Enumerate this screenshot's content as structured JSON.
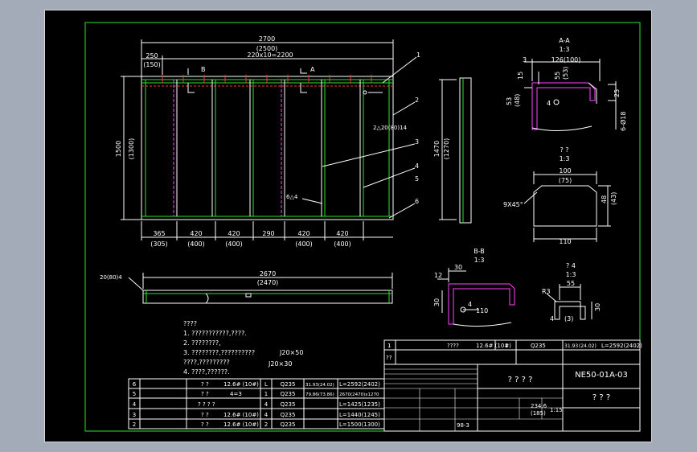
{
  "drawing": {
    "main_view": {
      "dim_total": "2700",
      "dim_total_alt": "(2500)",
      "dim_edge": "250",
      "dim_edge_alt": "(150)",
      "dim_pitch": "220x10=2200",
      "dim_height": "1500",
      "dim_height_alt": "(1300)",
      "bottom_dims": [
        "365",
        "420",
        "420",
        "290",
        "420",
        "420"
      ],
      "bottom_dims_alt": [
        "(305)",
        "(400)",
        "(400)",
        "",
        "(400)",
        "(400)"
      ],
      "section_b": "B",
      "section_a": "A",
      "balloons": [
        "1",
        "2",
        "3",
        "4",
        "5",
        "6"
      ],
      "weld_note": "2△20(80)14",
      "weld_note_6": "6△4"
    },
    "side_view": {
      "dim_height": "1470",
      "dim_height_alt": "(1270)"
    },
    "bottom_view": {
      "dim_length": "2670",
      "dim_length_alt": "(2470)",
      "weld_note": "20(80)4"
    },
    "detail_aa": {
      "title": "A-A",
      "scale": "1:3",
      "d1": "3",
      "d2": "126(100)",
      "d3": "15",
      "d4": "55",
      "d5": "(53)",
      "d6": "53",
      "d7": "(48)",
      "d8": "25",
      "d9": "6-Ø18",
      "d10": "4"
    },
    "detail_q": {
      "title": "? ?",
      "scale": "1:3",
      "d1": "100",
      "d2": "(75)",
      "d3": "48",
      "d4": "(43)",
      "d5": "9X45°",
      "d6": "110"
    },
    "detail_bb": {
      "title": "B-B",
      "scale": "1:3",
      "d1": "30",
      "d2": "12",
      "d3": "30",
      "d4": "4",
      "d5": "110"
    },
    "detail_q4": {
      "title": "? 4",
      "scale": "1:3",
      "d1": "55",
      "d2": "R3",
      "d3": "30",
      "d4": "4",
      "d5": "(3)"
    },
    "notes": {
      "heading": "????",
      "lines": [
        "1. ???????????,????.",
        "2. ????????,",
        "3. ????????,??????????",
        "   ????,?????????",
        "4. ????,??????."
      ],
      "tag1": "J20×50",
      "tag2": "J20×30"
    },
    "bom_top": {
      "no": "1",
      "name": "????",
      "spec": "12.6# (10#)",
      "qty": "1",
      "material": "Q235",
      "weight": "31.93",
      "weight_alt": "(24.02)",
      "note": "L=2592(2402)"
    },
    "bom": [
      {
        "no": "6",
        "name": "?  ?",
        "spec": "12.6# (10#)",
        "qty": "L",
        "material": "Q235",
        "weight": "31.93(24.02)",
        "note": "L=2592(2402)"
      },
      {
        "no": "5",
        "name": "?  ?",
        "spec": "4=3",
        "qty": "1",
        "material": "Q235",
        "weight": "79.86(73.86)",
        "note": "2670(2470)x1270"
      },
      {
        "no": "4",
        "name": "? ? ? ?",
        "spec": "",
        "qty": "4",
        "material": "Q235",
        "weight": "",
        "note": "L=1425(1235)"
      },
      {
        "no": "3",
        "name": "?  ?",
        "spec": "12.6# (10#)",
        "qty": "4",
        "material": "Q235",
        "weight": "",
        "note": "L=1440(1245)"
      },
      {
        "no": "2",
        "name": "?  ?",
        "spec": "12.6# (10#)",
        "qty": "2",
        "material": "Q235",
        "weight": "",
        "note": "L=1500(1300)"
      }
    ],
    "title_block": {
      "header_q": "??",
      "title": "? ? ? ?",
      "drawing_no": "NE50-01A-03",
      "subtitle": "? ? ?",
      "weight": "234.6",
      "weight_alt": "(185)",
      "scale": "1:15",
      "ref": "98-3"
    }
  }
}
